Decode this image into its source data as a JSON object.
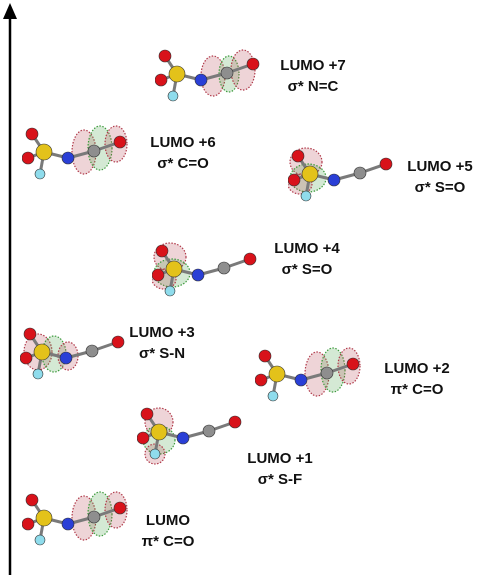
{
  "orbitals": [
    {
      "id": "lumo7",
      "title": "LUMO +7",
      "character": "σ* N=C",
      "lobes": "nc"
    },
    {
      "id": "lumo6",
      "title": "LUMO +6",
      "character": "σ* C=O",
      "lobes": "co"
    },
    {
      "id": "lumo5",
      "title": "LUMO +5",
      "character": "σ* S=O",
      "lobes": "so"
    },
    {
      "id": "lumo4",
      "title": "LUMO +4",
      "character": "σ* S=O",
      "lobes": "so"
    },
    {
      "id": "lumo3",
      "title": "LUMO +3",
      "character": "σ* S-N",
      "lobes": "sn"
    },
    {
      "id": "lumo2",
      "title": "LUMO +2",
      "character": "π* C=O",
      "lobes": "co"
    },
    {
      "id": "lumo1",
      "title": "LUMO +1",
      "character": "σ* S-F",
      "lobes": "sf"
    },
    {
      "id": "lumo0",
      "title": "LUMO",
      "character": "π* C=O",
      "lobes": "co"
    }
  ],
  "colors": {
    "sulfur": "#e3c21a",
    "oxygen": "#d8121a",
    "nitrogen": "#2a3fd6",
    "carbon": "#8e8e8e",
    "fluorine": "#8fdcec",
    "lobe_positive": "#b03a4a",
    "lobe_negative": "#3c9a3c"
  }
}
